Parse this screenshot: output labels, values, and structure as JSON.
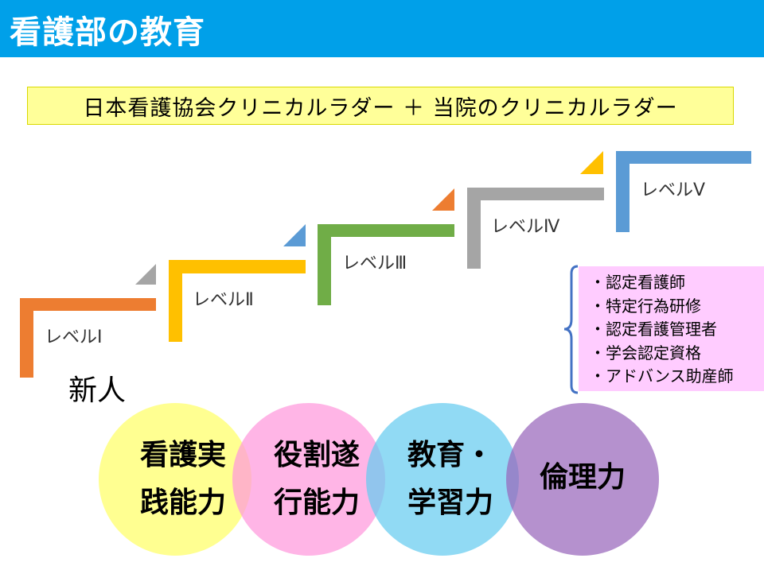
{
  "header": {
    "title": "看護部の教育"
  },
  "banner": {
    "text": "日本看護協会クリニカルラダー ＋ 当院のクリニカルラダー"
  },
  "ladder": {
    "levels": [
      {
        "label": "レベルⅠ",
        "color": "#ed7d31"
      },
      {
        "label": "レベルⅡ",
        "color": "#ffc000"
      },
      {
        "label": "レベルⅢ",
        "color": "#70ad47"
      },
      {
        "label": "レベルⅣ",
        "color": "#a5a5a5"
      },
      {
        "label": "レベルⅤ",
        "color": "#5b9bd5"
      }
    ],
    "start_label": "新人"
  },
  "qualifications": {
    "items": [
      "・認定看護師",
      "・特定行為研修",
      "・認定看護管理者",
      "・学会認定資格",
      "・アドバンス助産師"
    ]
  },
  "competencies": [
    {
      "line1": "看護実",
      "line2": "践能力",
      "color": "#ffff66"
    },
    {
      "line1": "役割遂",
      "line2": "行能力",
      "color": "#ff99dd"
    },
    {
      "line1": "教育・",
      "line2": "学習力",
      "color": "#66ccf0"
    },
    {
      "line1": "倫理力",
      "line2": "",
      "color": "#9966bb"
    }
  ]
}
